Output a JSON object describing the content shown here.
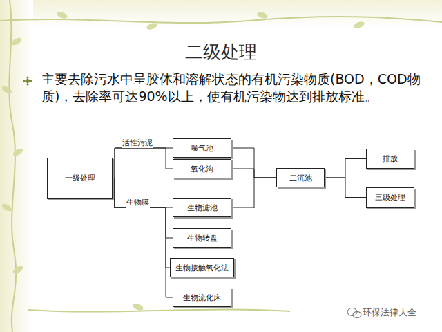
{
  "diagram": {
    "title": "二级处理",
    "nodes": [
      {
        "text": [
          "一级处理"
        ]
      },
      {
        "text": [
          "曝气池"
        ]
      },
      {
        "text": [
          "氧化沟"
        ]
      },
      {
        "text": [
          "生物滤池"
        ]
      },
      {
        "text": [
          "生物转盘"
        ]
      },
      {
        "text": [
          "生物接触氧化法"
        ]
      },
      {
        "text": [
          "生物流化床"
        ]
      },
      {
        "text": [
          "二沉池"
        ]
      },
      {
        "text": [
          "排放"
        ]
      },
      {
        "text": [
          "三级处理"
        ]
      }
    ],
    "edges": [
      {
        "from": 0,
        "to": 1,
        "arrow": "none"
      },
      {
        "from": 0,
        "to": 2,
        "arrow": "none"
      },
      {
        "from": 0,
        "to": 3,
        "arrow": "none"
      },
      {
        "from": 0,
        "to": 4,
        "arrow": "none"
      },
      {
        "from": 0,
        "to": 5,
        "arrow": "none"
      },
      {
        "from": 0,
        "to": 6,
        "arrow": "none"
      },
      {
        "from": 1,
        "to": 7,
        "arrow": "none"
      },
      {
        "from": 2,
        "to": 7,
        "arrow": "none"
      },
      {
        "from": 3,
        "to": 7,
        "arrow": "none"
      },
      {
        "from": 7,
        "to": 8,
        "arrow": "none"
      },
      {
        "from": 7,
        "to": 9,
        "arrow": "none"
      }
    ],
    "labels": [
      "主要去除污水中呈胶体和溶解状态的有机污染物质(BOD，COD物质)，去除率可达90%以上，使有机污染物达到排放标准。",
      "活性污泥",
      "生物膜",
      "环保法律大全"
    ]
  }
}
